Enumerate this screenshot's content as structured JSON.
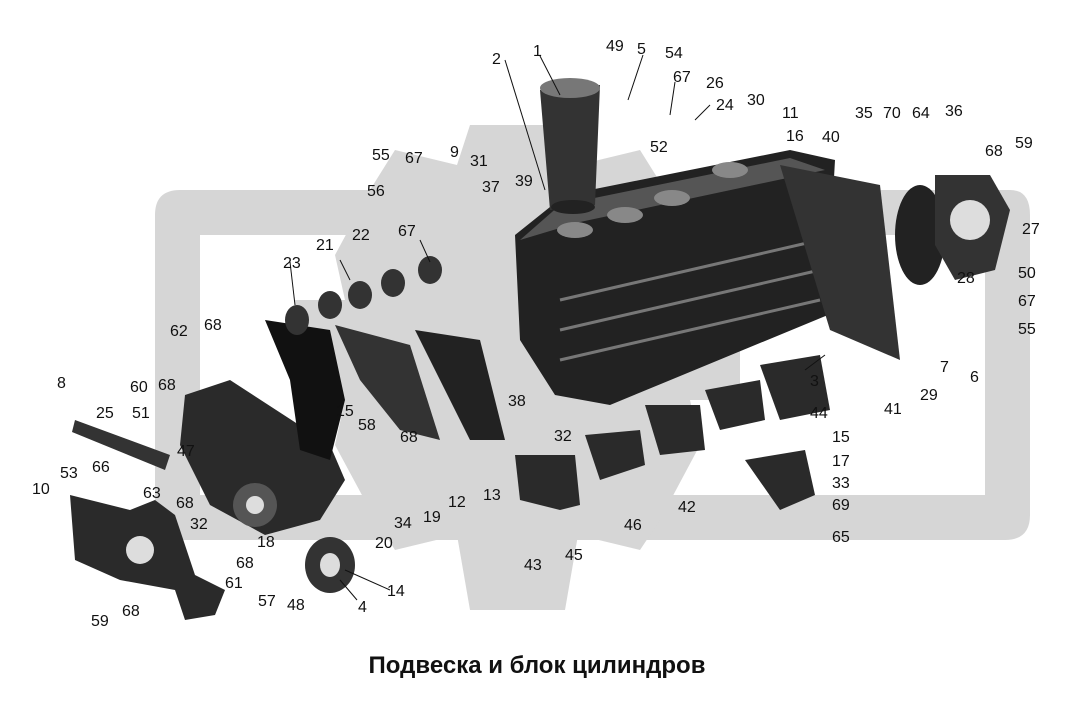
{
  "caption": "Подвеска и блок цилиндров",
  "colors": {
    "ink": "#111111",
    "watermark": "#d4d4d4",
    "paper": "#ffffff"
  },
  "labels": [
    "1",
    "2",
    "3",
    "4",
    "5",
    "6",
    "7",
    "8",
    "9",
    "10",
    "11",
    "12",
    "13",
    "14",
    "15",
    "15",
    "16",
    "17",
    "18",
    "19",
    "20",
    "21",
    "22",
    "23",
    "24",
    "25",
    "26",
    "27",
    "28",
    "29",
    "30",
    "31",
    "32",
    "32",
    "33",
    "34",
    "35",
    "36",
    "37",
    "38",
    "39",
    "40",
    "41",
    "42",
    "43",
    "44",
    "45",
    "46",
    "47",
    "48",
    "49",
    "50",
    "51",
    "52",
    "53",
    "54",
    "55",
    "55",
    "56",
    "57",
    "58",
    "59",
    "59",
    "60",
    "61",
    "62",
    "63",
    "64",
    "65",
    "66",
    "67",
    "67",
    "67",
    "67",
    "68",
    "68",
    "68",
    "68",
    "68",
    "68",
    "68",
    "69",
    "70"
  ]
}
